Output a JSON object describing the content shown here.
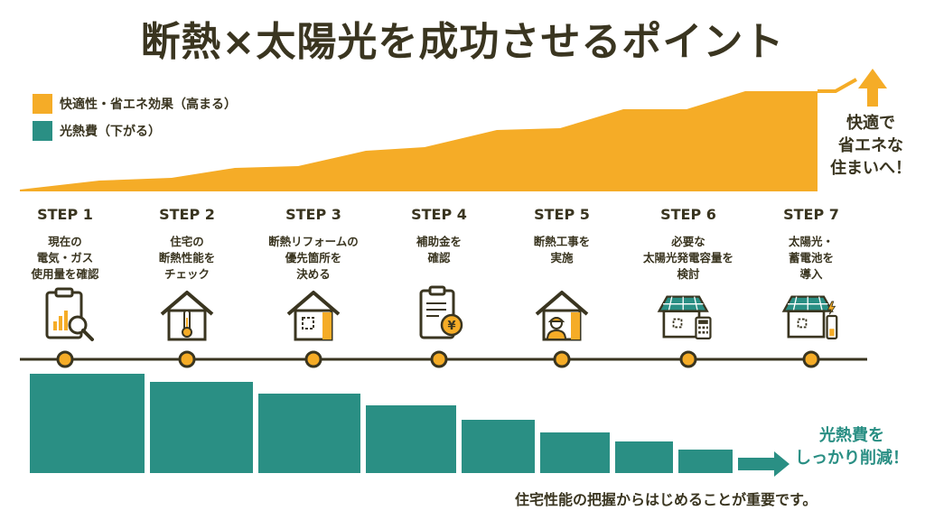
{
  "title": "断熱×太陽光を成功させるポイント",
  "legend": [
    {
      "label": "快適性・省エネ効果（高まる）",
      "color": "#f5ac27"
    },
    {
      "label": "光熱費（下がる）",
      "color": "#2a8f84"
    }
  ],
  "side_top": [
    "快適で",
    "省エネな",
    "住まいへ！"
  ],
  "side_bottom": [
    "光熱費を",
    "しっかり削減！"
  ],
  "footer": "住宅性能の把握からはじめることが重要です。",
  "steps": [
    {
      "num": "STEP 1",
      "text": "現在の\n電気・ガス\n使用量を確認",
      "icon": "clipboard-chart-icon"
    },
    {
      "num": "STEP 2",
      "text": "住宅の\n断熱性能を\nチェック",
      "icon": "house-thermometer-icon"
    },
    {
      "num": "STEP 3",
      "text": "断熱リフォームの\n優先箇所を\n決める",
      "icon": "house-insulation-icon"
    },
    {
      "num": "STEP 4",
      "text": "補助金を\n確認",
      "icon": "document-yen-icon"
    },
    {
      "num": "STEP 5",
      "text": "断熱工事を\n実施",
      "icon": "house-worker-icon"
    },
    {
      "num": "STEP 6",
      "text": "必要な\n太陽光発電容量を\n検討",
      "icon": "solar-house-calculator-icon"
    },
    {
      "num": "STEP 7",
      "text": "太陽光・\n蓄電池を\n導入",
      "icon": "solar-house-battery-icon"
    }
  ],
  "colors": {
    "orange": "#f5ac27",
    "teal": "#2a8f84",
    "dark": "#3a3520"
  }
}
